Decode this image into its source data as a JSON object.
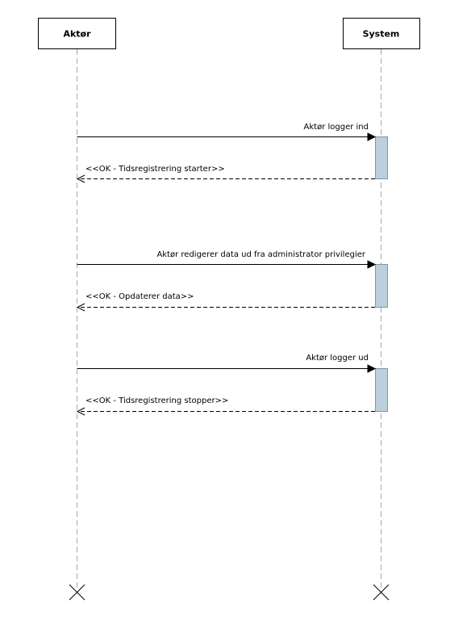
{
  "participants": [
    {
      "id": "actor",
      "label": "Aktør"
    },
    {
      "id": "system",
      "label": "System"
    }
  ],
  "messages": [
    {
      "kind": "call",
      "label": "Aktør logger ind"
    },
    {
      "kind": "return",
      "label": "<<OK - Tidsregistrering starter>>"
    },
    {
      "kind": "call",
      "label": "Aktør redigerer data ud fra administrator privilegier"
    },
    {
      "kind": "return",
      "label": "<<OK - Opdaterer data>>"
    },
    {
      "kind": "call",
      "label": "Aktør logger ud"
    },
    {
      "kind": "return",
      "label": "<<OK - Tidsregistrering stopper>>"
    }
  ],
  "colors": {
    "activation_fill": "#bccfdc",
    "activation_stroke": "#7f95a5",
    "lifeline": "#a8a8a8"
  }
}
